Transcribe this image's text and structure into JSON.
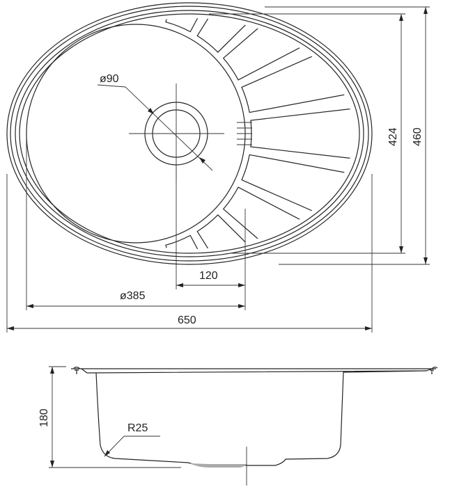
{
  "top_view": {
    "dimensions": {
      "drain_diameter": "ø90",
      "drain_offset": "120",
      "bowl_diameter": "ø385",
      "overall_width": "650",
      "inner_depth": "424",
      "overall_depth": "460"
    },
    "drainer_slot_count": 9
  },
  "side_view": {
    "dimensions": {
      "bowl_depth": "180",
      "corner_radius": "R25"
    }
  },
  "colors": {
    "line": "#222222",
    "background": "#ffffff"
  }
}
